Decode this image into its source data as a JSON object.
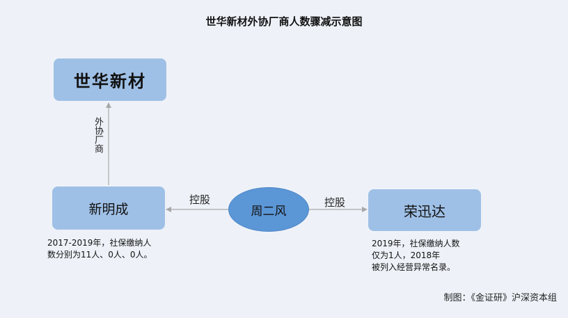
{
  "title": "世华新材外协厂商人数骤减示意图",
  "nodes": {
    "shihua": "世华新材",
    "xinmingcheng": "新明成",
    "zhouerfeng": "周二风",
    "rongxunda": "荣迅达"
  },
  "edges": {
    "waixie": "外协厂商",
    "kong_left": "控股",
    "kong_right": "控股"
  },
  "notes": {
    "left_line1": "2017-2019年，社保缴纳人",
    "left_line2": "数分别为11人、0人、0人。",
    "right_line1": "2019年，社保缴纳人数",
    "right_line2": "仅为1人，2018年",
    "right_line3": "被列入经营异常名录。"
  },
  "credit": "制图：《金证研》沪深资本组",
  "colors": {
    "background": "#eef2f8",
    "box_fill": "#9fc0e6",
    "ellipse_fill": "#5b96d6",
    "line": "#a8a8a8"
  }
}
